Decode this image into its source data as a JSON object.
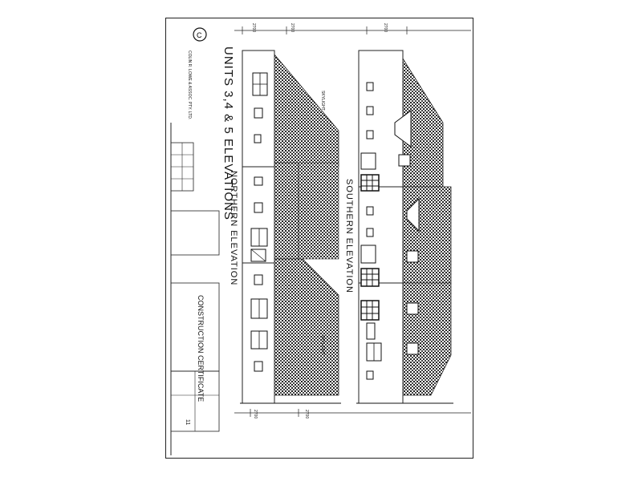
{
  "drawing": {
    "title": "UNITS 3,4 & 5 ELEVATIONS",
    "northern_label": "NORTHERN ELEVATION",
    "southern_label": "SOUTHERN ELEVATION",
    "certificate": "CONSTRUCTION CERTIFICATE",
    "firm_lines": [
      "COLIN R. LOWE & ASSOC. PTY. LTD."
    ],
    "skylight_1": "SKYLIGHT",
    "skylight_2": "SKYLIGHT",
    "sheet_number": "11",
    "dim_top_1": "2700",
    "dim_top_2": "2700",
    "dim_top_3": "2700",
    "dim_bottom_1": "2700",
    "dim_bottom_2": "2700"
  },
  "colors": {
    "ink": "#111111",
    "paper": "#ffffff"
  }
}
